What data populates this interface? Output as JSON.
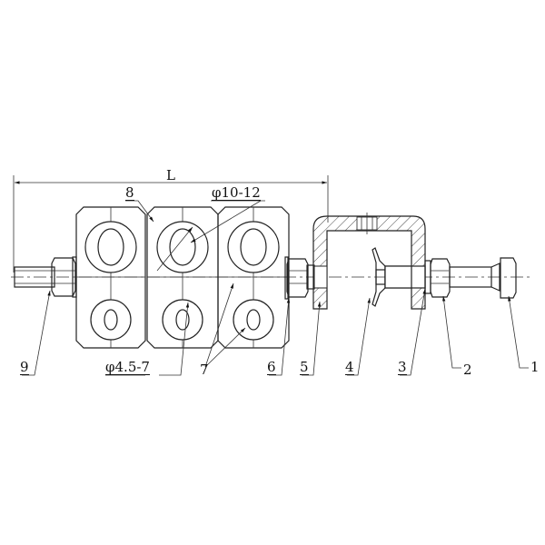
{
  "dimension": {
    "label": "L"
  },
  "annotations": {
    "large_hole_diameter": "φ10-12",
    "small_hole_diameter": "φ4.5-7"
  },
  "part_numbers": [
    "1",
    "2",
    "3",
    "4",
    "5",
    "6",
    "7",
    "8",
    "9"
  ]
}
